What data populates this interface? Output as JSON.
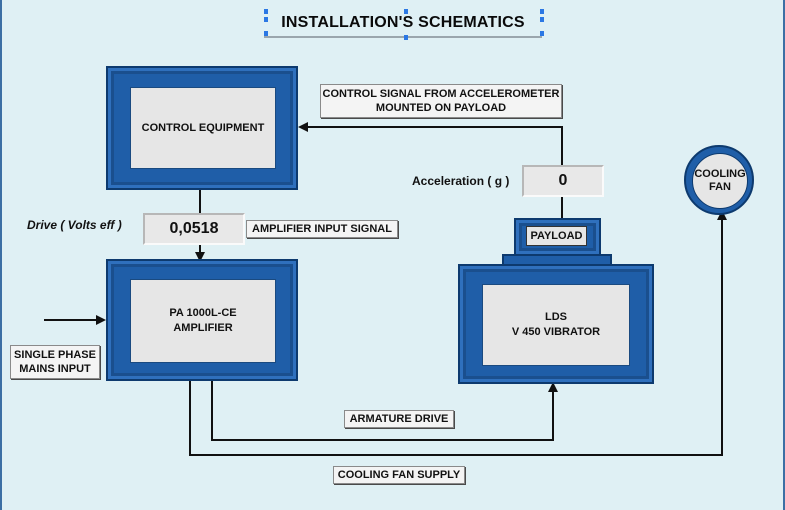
{
  "title": "INSTALLATION'S SCHEMATICS",
  "blocks": {
    "control_equipment": "CONTROL EQUIPMENT",
    "amplifier_line1": "PA 1000L-CE",
    "amplifier_line2": "AMPLIFIER",
    "vibrator_line1": "LDS",
    "vibrator_line2": "V 450 VIBRATOR",
    "payload": "PAYLOAD",
    "cooling_fan_line1": "COOLING",
    "cooling_fan_line2": "FAN"
  },
  "labels": {
    "control_signal_line1": "CONTROL SIGNAL FROM ACCELEROMETER",
    "control_signal_line2": "MOUNTED ON PAYLOAD",
    "amplifier_input_signal": "AMPLIFIER INPUT SIGNAL",
    "single_phase_line1": "SINGLE PHASE",
    "single_phase_line2": "MAINS INPUT",
    "armature_drive": "ARMATURE DRIVE",
    "cooling_fan_supply": "COOLING FAN SUPPLY"
  },
  "readouts": {
    "drive_label": "Drive ( Volts eff )",
    "drive_value": "0,0518",
    "acceleration_label": "Acceleration ( g )",
    "acceleration_value": "0"
  },
  "colors": {
    "background": "#dff0f4",
    "block_blue": "#1f5ea8",
    "block_inner": "#e6e6e6",
    "selection_handle": "#2b78e4"
  }
}
